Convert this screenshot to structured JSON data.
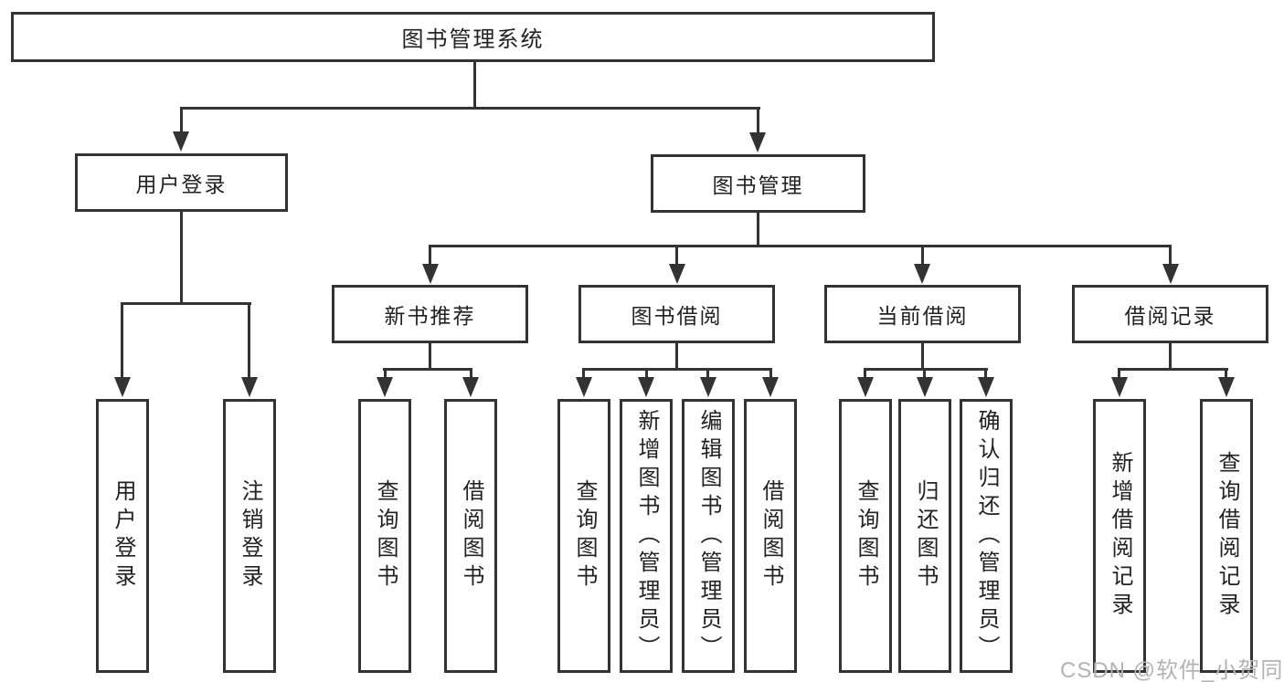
{
  "diagram": {
    "title": "图书管理系统",
    "root": {
      "label": "图书管理系统"
    },
    "level2": [
      {
        "id": "user-login",
        "label": "用户登录"
      },
      {
        "id": "book-management",
        "label": "图书管理"
      }
    ],
    "level3": [
      {
        "id": "new-book-recommend",
        "label": "新书推荐",
        "parent": "图书管理"
      },
      {
        "id": "book-borrowing",
        "label": "图书借阅",
        "parent": "图书管理"
      },
      {
        "id": "current-borrowing",
        "label": "当前借阅",
        "parent": "图书管理"
      },
      {
        "id": "borrowing-records",
        "label": "借阅记录",
        "parent": "图书管理"
      }
    ],
    "leaves": [
      {
        "label": "用户登录",
        "parent": "用户登录"
      },
      {
        "label": "注销登录",
        "parent": "用户登录"
      },
      {
        "label": "查询图书",
        "parent": "新书推荐"
      },
      {
        "label": "借阅图书",
        "parent": "新书推荐"
      },
      {
        "label": "查询图书",
        "parent": "图书借阅"
      },
      {
        "label": "新增图书（管理员）",
        "parent": "图书借阅"
      },
      {
        "label": "编辑图书（管理员）",
        "parent": "图书借阅"
      },
      {
        "label": "借阅图书",
        "parent": "图书借阅"
      },
      {
        "label": "查询图书",
        "parent": "当前借阅"
      },
      {
        "label": "归还图书",
        "parent": "当前借阅"
      },
      {
        "label": "确认归还（管理员）",
        "parent": "当前借阅"
      },
      {
        "label": "新增借阅记录",
        "parent": "借阅记录"
      },
      {
        "label": "查询借阅记录",
        "parent": "借阅记录"
      }
    ]
  },
  "watermark": {
    "text": "CSDN @软件_小贺同学"
  },
  "colors": {
    "line": "#333333",
    "text": "#222222",
    "background": "#ffffff",
    "watermark": "#b3b3b3"
  }
}
